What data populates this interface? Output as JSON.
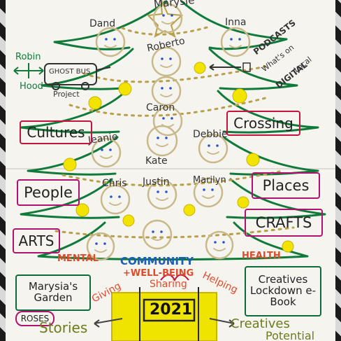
{
  "colors": {
    "tree_green": "#0f7a3a",
    "star_gold": "#b8a04a",
    "face_beige": "#c9b98a",
    "bauble_yellow": "#f2e400",
    "box_red": "#c4133c",
    "box_magenta": "#b0126f",
    "box_green": "#0b6b3a",
    "text_dark": "#222222",
    "mental_health": "#e04a2b",
    "community": "#1b5fb8",
    "podcasts": "#333333"
  },
  "names": {
    "top": "Marysie",
    "dand": "Dand",
    "inna": "Inna",
    "roberto": "Roberto",
    "caron": "Caron",
    "jeanie": "Jeanie",
    "debbie": "Debbie",
    "kate": "Kate",
    "chris": "Chris",
    "justin": "Justin",
    "marilyn": "Marilyn"
  },
  "left_notes": {
    "robin": "Robin",
    "hood": "Hood",
    "ghost_bus": "GHOST BUS",
    "project": "Project"
  },
  "right_notes": {
    "podcasts_line1": "PODCASTS",
    "podcasts_line2": "What's on",
    "podcasts_line3": "Local",
    "podcasts_line4": "DIGITAL"
  },
  "boxes": {
    "cultures": "Cultures",
    "crossing": "Crossing",
    "people": "People",
    "places": "Places",
    "arts": "ARTS",
    "crafts": "CRAFTS",
    "marysias_garden": "Marysia's Garden",
    "roses": "ROSES",
    "creatives_ebook": "Creatives Lockdown e-Book"
  },
  "base": {
    "mental": "MENTAL",
    "community": "COMMUNITY",
    "health": "HEALTH",
    "well_being": "+WELL-BEING",
    "giving": "Giving",
    "sharing": "Sharing",
    "helping": "Helping",
    "year": "2021",
    "stories": "Stories",
    "creatives": "Creatives",
    "potential": "Potential"
  }
}
